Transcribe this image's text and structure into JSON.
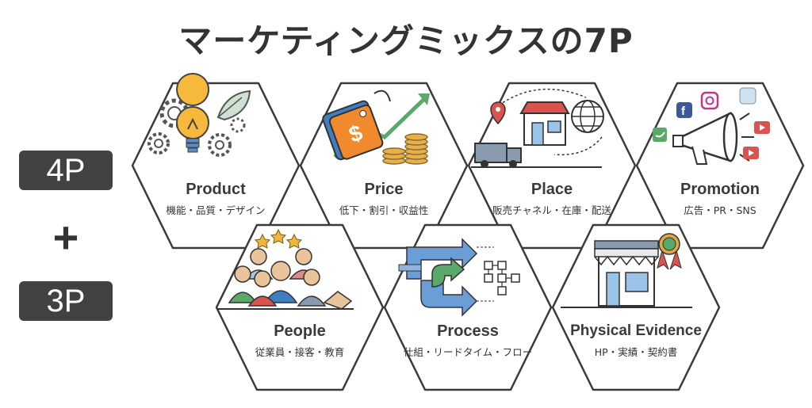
{
  "title": "マーケティングミックスの7P",
  "badges": {
    "top": "4P",
    "plus": "+",
    "bottom": "3P"
  },
  "elements": [
    {
      "name": "Product",
      "sub": "機能・品質・デザイン"
    },
    {
      "name": "Price",
      "sub": "低下・割引・収益性"
    },
    {
      "name": "Place",
      "sub": "販売チャネル・在庫・配送"
    },
    {
      "name": "Promotion",
      "sub": "広告・PR・SNS"
    },
    {
      "name": "People",
      "sub": "従業員・接客・教育"
    },
    {
      "name": "Process",
      "sub": "仕組・リードタイム・フロー"
    },
    {
      "name": "Physical Evidence",
      "sub": "HP・実績・契約書"
    }
  ],
  "icons": [
    "lightbulb-gear-icon",
    "price-tag-coins-icon",
    "store-truck-globe-icon",
    "megaphone-social-icon",
    "people-handshake-icon",
    "process-arrows-icon",
    "storefront-badge-icon"
  ],
  "colors": {
    "badge": "#424242",
    "hex_border": "#3a3a3a",
    "orange": "#f08a2c",
    "green": "#5aa86a",
    "blue": "#3f7fc0",
    "red": "#d9534f"
  }
}
